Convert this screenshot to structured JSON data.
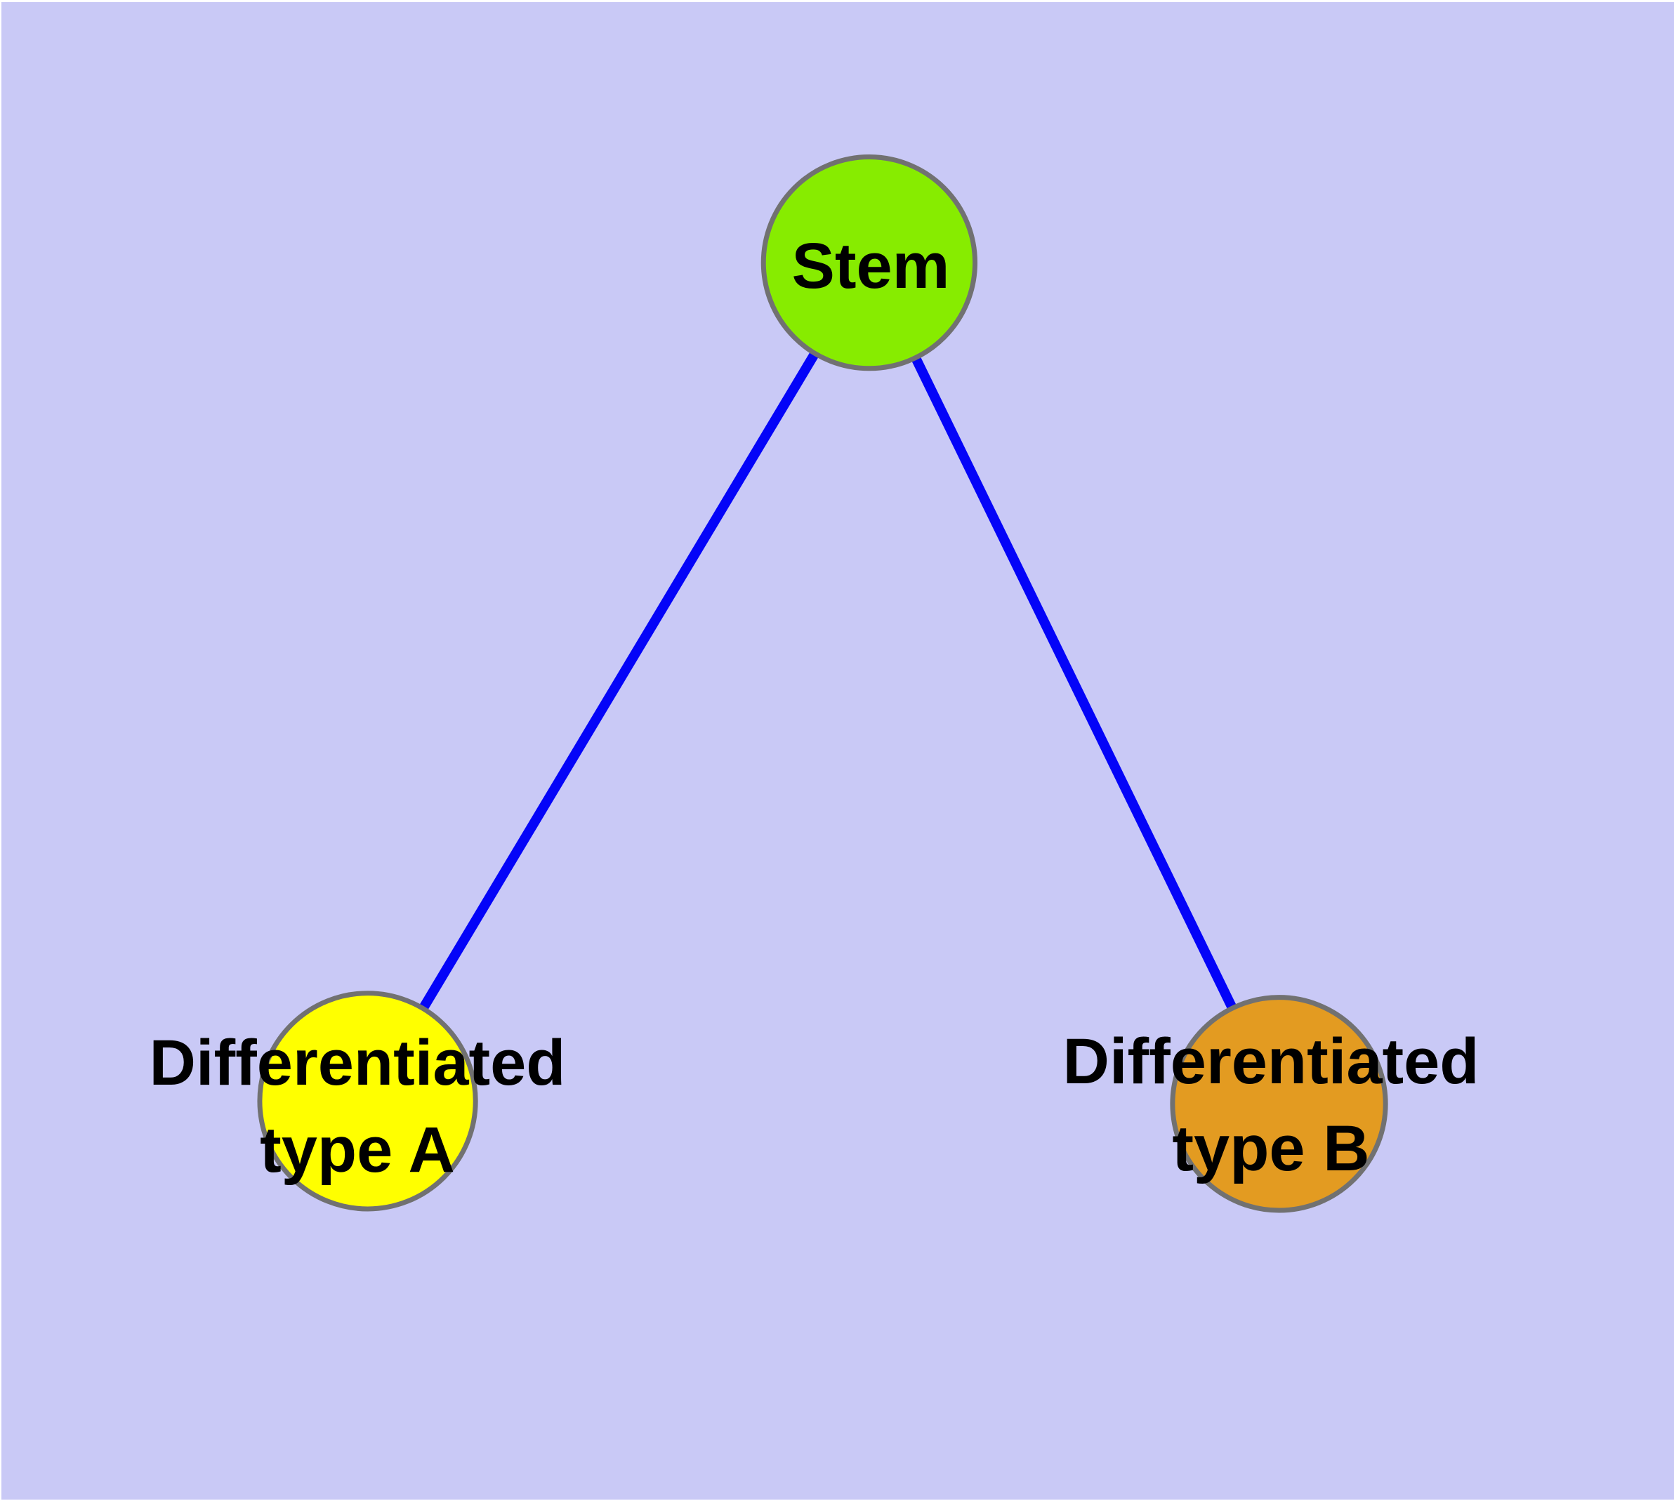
{
  "diagram": {
    "background_color": "#C9C9F6",
    "edge_color": "#0404F8",
    "node_border_color": "#717171",
    "label_color": "#000000",
    "nodes": [
      {
        "id": "stem",
        "label": "Stem",
        "label_lines": [
          "Stem"
        ],
        "fill_color": "#87EC00"
      },
      {
        "id": "differentiated-type-a",
        "label": "Differentiated type A",
        "label_lines": [
          "Differentiated",
          "type A"
        ],
        "fill_color": "#FFFF00"
      },
      {
        "id": "differentiated-type-b",
        "label": "Differentiated type B",
        "label_lines": [
          "Differentiated",
          "type B"
        ],
        "fill_color": "#E39B21"
      }
    ],
    "edges": [
      {
        "from": "Stem",
        "to": "Differentiated type A"
      },
      {
        "from": "Stem",
        "to": "Differentiated type B"
      }
    ]
  }
}
